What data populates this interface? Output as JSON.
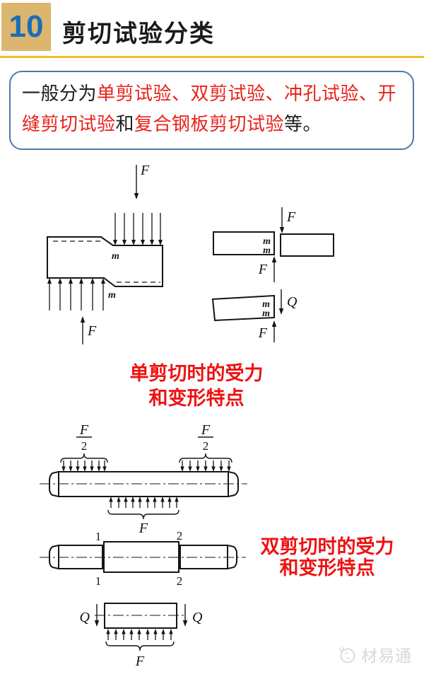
{
  "header": {
    "number": "10",
    "title": "剪切试验分类"
  },
  "intro": {
    "segments": [
      {
        "text": "一般分为",
        "red": false
      },
      {
        "text": "单剪试验、双剪试验、冲孔试验、开缝剪切试验",
        "red": true
      },
      {
        "text": "和",
        "red": false
      },
      {
        "text": "复合钢板剪切试验",
        "red": true
      },
      {
        "text": "等。",
        "red": false
      }
    ]
  },
  "figures": {
    "single_shear": {
      "caption_line1": "单剪切时的受力",
      "caption_line2": "和变形特点"
    },
    "double_shear": {
      "caption_line1": "双剪切时的受力",
      "caption_line2": "和变形特点"
    }
  },
  "diagram_labels": {
    "F": "F",
    "Q": "Q",
    "m": "m",
    "half_num": "F",
    "half_den": "2",
    "one": "1",
    "two": "2"
  },
  "watermark": {
    "text": "材易通"
  },
  "colors": {
    "number_box_gold": "#dcb56e",
    "number_blue": "#1a6db8",
    "rule_gold": "#f0be25",
    "intro_border_blue": "#4e79a8",
    "intro_red": "#e8221a",
    "caption_red": "#ee1111",
    "diagram_ink": "#151515",
    "watermark_gray": "#d8d8d8"
  }
}
